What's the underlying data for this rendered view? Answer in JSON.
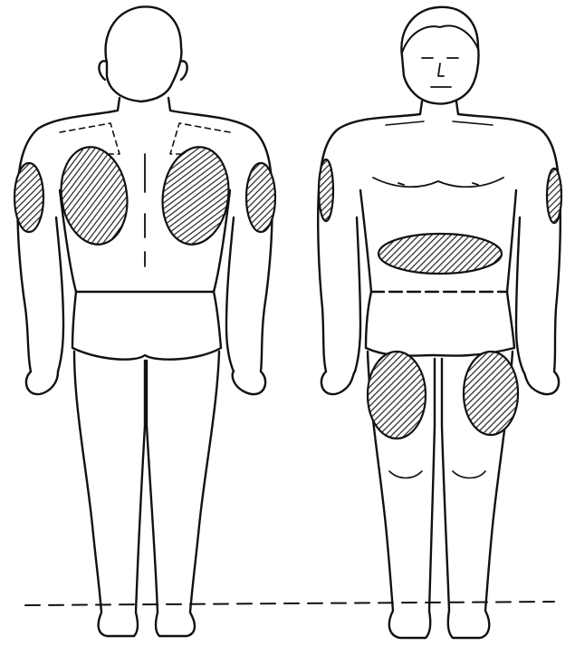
{
  "figures": [
    {
      "view": "back",
      "marked_regions": [
        "left-scapula",
        "right-scapula",
        "left-upper-arm",
        "right-upper-arm"
      ]
    },
    {
      "view": "front",
      "marked_regions": [
        "abdomen",
        "left-thigh",
        "right-thigh",
        "left-upper-arm",
        "right-upper-arm"
      ]
    }
  ],
  "colors": {
    "line": "#111111",
    "hatch": "#222222",
    "background": "#ffffff"
  }
}
